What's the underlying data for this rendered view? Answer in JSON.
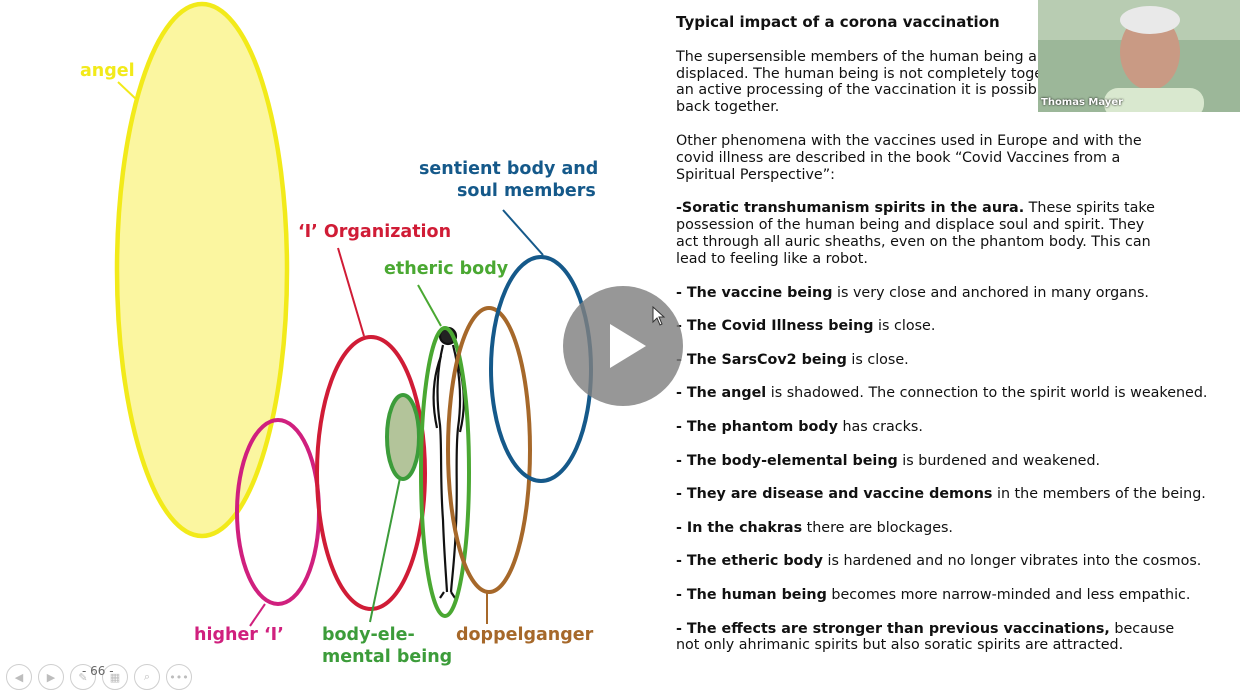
{
  "diagram": {
    "labels": {
      "angel": "angel",
      "sentient": [
        "sentient body and",
        "soul members"
      ],
      "i_organization": "‘I’ Organization",
      "etheric": "etheric body",
      "higher_i": "higher ‘I’",
      "body_elemental": [
        "body-ele-",
        "mental being"
      ],
      "doppelganger": "doppelganger"
    },
    "colors": {
      "angel": "#f2ea1a",
      "angel_fill": "#fbf6a0",
      "sentient": "#15598a",
      "i_organization": "#d01c36",
      "etheric": "#4aa832",
      "higher_i": "#d0207e",
      "body_elemental": "#3c9c3a",
      "body_elemental_fill": "#b3c49a",
      "doppelganger": "#a6682a"
    }
  },
  "slide": {
    "title": "Typical impact of a corona vaccination",
    "para1_lines": [
      "The supersensible members of the human being are p",
      "displaced. The human being is not completely togethe",
      "an active processing of the vaccination it is possible to",
      "back together."
    ],
    "para2": "Other phenomena with the vaccines used in Europe and with the covid illness are described in the book “Covid Vaccines from a Spiritual Perspective”:",
    "para3_bold": "-Soratic transhumanism spirits in the aura.",
    "para3_rest": " These spirits take possession of the human being and displace soul and spirit. They act through all auric sheaths, even on the phantom body. This can lead to feeling like a robot.",
    "items": [
      {
        "bold": "- The vaccine being",
        "rest": " is very close and anchored in many organs."
      },
      {
        "bold": "- The Covid Illness being",
        "rest": " is close."
      },
      {
        "bold": "- The SarsCov2 being",
        "rest": " is close."
      },
      {
        "bold": "- The angel",
        "rest": " is shadowed. The connection to the spirit world is weakened."
      },
      {
        "bold": "- The phantom body",
        "rest": " has cracks."
      },
      {
        "bold": "- The body-elemental being",
        "rest": " is burdened and weakened."
      },
      {
        "bold": "- They are disease and vaccine demons",
        "rest": " in the members of the being."
      },
      {
        "bold": "- In the chakras",
        "rest": " there are blockages."
      },
      {
        "bold": "- The etheric body",
        "rest": " is hardened and no longer vibrates into the cosmos."
      },
      {
        "bold": "- The human being",
        "rest": " becomes more narrow-minded and less empathic."
      }
    ],
    "last_item": {
      "bold": "- The effects are stronger than previous vaccinations,",
      "rest": " because not only ahrimanic spirits but also soratic spirits are attracted."
    }
  },
  "video": {
    "name": "Thomas Mayer"
  },
  "player": {
    "slide_number": "- 66 -",
    "more_label": "•••"
  }
}
